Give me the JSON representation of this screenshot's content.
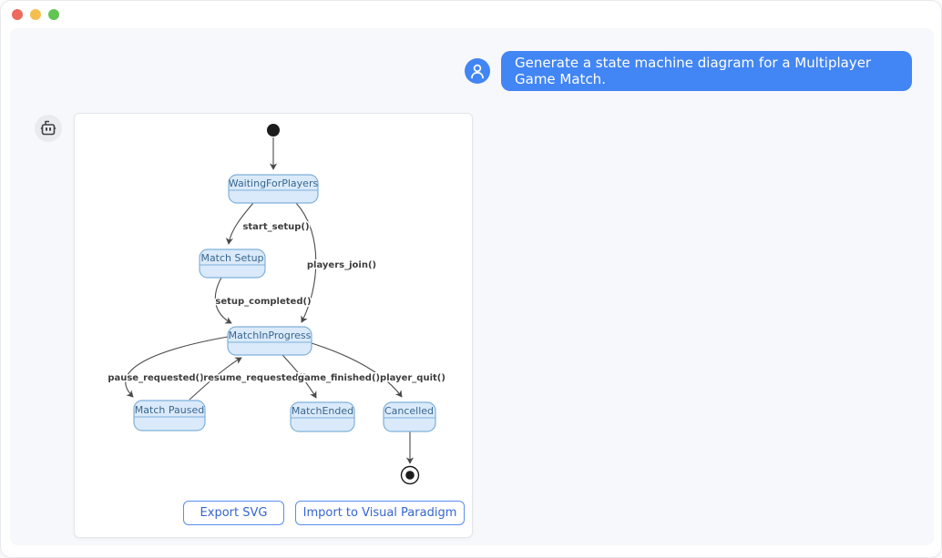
{
  "window": {
    "traffic_lights": [
      {
        "name": "close",
        "color": "#ed6a5e"
      },
      {
        "name": "minimize",
        "color": "#f4bf4f"
      },
      {
        "name": "zoom",
        "color": "#61c554"
      }
    ]
  },
  "chat": {
    "user_message": {
      "text": "Generate a state machine diagram for a Multiplayer Game Match.",
      "avatar_icon": "person-icon",
      "bubble_color": "#4285f4"
    },
    "bot": {
      "avatar_icon": "robot-icon"
    }
  },
  "diagram": {
    "kind": "uml-state-machine",
    "has_initial_state": true,
    "has_final_state": true,
    "states": [
      "WaitingForPlayers",
      "Match Setup",
      "MatchInProgress",
      "Match Paused",
      "MatchEnded",
      "Cancelled"
    ],
    "transitions": [
      {
        "from": "initial",
        "to": "WaitingForPlayers",
        "label": ""
      },
      {
        "from": "WaitingForPlayers",
        "to": "Match Setup",
        "label": "start_setup()"
      },
      {
        "from": "WaitingForPlayers",
        "to": "MatchInProgress",
        "label": "players_join()"
      },
      {
        "from": "Match Setup",
        "to": "MatchInProgress",
        "label": "setup_completed()"
      },
      {
        "from": "MatchInProgress",
        "to": "Match Paused",
        "label": "pause_requested()"
      },
      {
        "from": "Match Paused",
        "to": "MatchInProgress",
        "label": "resume_requested()"
      },
      {
        "from": "MatchInProgress",
        "to": "MatchEnded",
        "label": "game_finished()"
      },
      {
        "from": "MatchInProgress",
        "to": "Cancelled",
        "label": "player_quit()"
      },
      {
        "from": "Cancelled",
        "to": "final",
        "label": ""
      }
    ],
    "style": {
      "state_fill": "#daeafa",
      "state_border": "#7fb0d9",
      "state_text": "#39668f",
      "edge_color": "#4a4a4a",
      "edge_label_color": "#3d3d3d"
    }
  },
  "actions": [
    {
      "label": "Export SVG"
    },
    {
      "label": "Import to Visual Paradigm"
    }
  ]
}
